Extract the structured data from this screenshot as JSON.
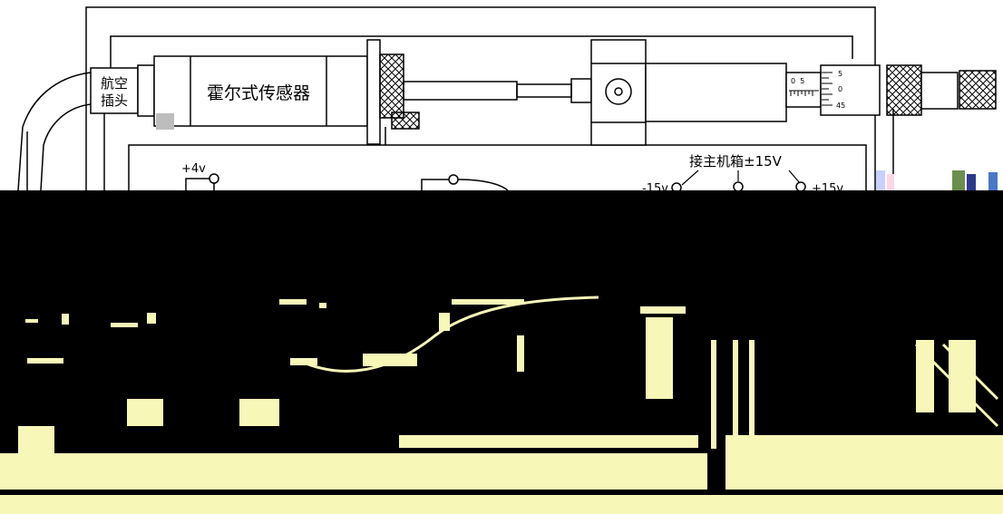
{
  "labels": {
    "connector_line1": "航空",
    "connector_line2": "插头",
    "sensor": "霍尔式传感器",
    "plus4v": "+4v",
    "power_connection": "接主机箱±15V",
    "minus15v": "-15v",
    "plus15v": "+15v"
  },
  "micrometer": {
    "sleeve_scale": "0  5",
    "thimble_top": "5",
    "thimble_mid": "0",
    "thimble_bottom": "45"
  },
  "colors": {
    "line": "#000000",
    "background": "#ffffff",
    "corruption_black": "#000000",
    "corruption_yellow": "#f7f7b8",
    "gray_patch": "#bdbdbd"
  }
}
